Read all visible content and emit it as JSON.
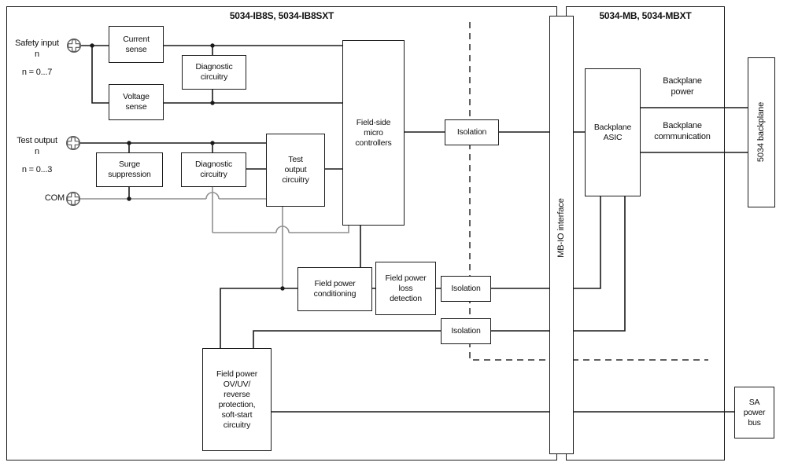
{
  "diagram": {
    "left_module": {
      "title": "5034-IB8S, 5034-IB8SXT",
      "io": {
        "safety_label": "Safety input\nn",
        "safety_range": "n = 0...7",
        "test_label": "Test output\nn",
        "test_range": "n = 0...3",
        "com_label": "COM"
      },
      "blocks": {
        "current_sense": "Current\nsense",
        "diagnostic_input": "Diagnostic\ncircuitry",
        "voltage_sense": "Voltage\nsense",
        "surge_suppression": "Surge\nsuppression",
        "diagnostic_output": "Diagnostic\ncircuitry",
        "test_output_circuitry": "Test\noutput\ncircuitry",
        "field_side_micro": "Field-side\nmicro\ncontrollers",
        "isolation_1": "Isolation",
        "field_power_conditioning": "Field power\nconditioning",
        "field_power_loss": "Field power\nloss\ndetection",
        "isolation_2": "Isolation",
        "isolation_3": "Isolation",
        "field_power_protection": "Field power\nOV/UV/\nreverse\nprotection,\nsoft-start\ncircuitry"
      }
    },
    "mb_io_interface_label": "MB-IO interface",
    "right_module": {
      "title": "5034-MB, 5034-MBXT",
      "blocks": {
        "backplane_asic": "Backplane\nASIC"
      },
      "bus_labels": {
        "power": "Backplane\npower",
        "communication": "Backplane\ncommunication"
      }
    },
    "external": {
      "backplane_label": "5034 backplane",
      "sa_power_bus": "SA\npower\nbus"
    },
    "icons": {
      "terminal": "screw-terminal-icon"
    },
    "colors": {
      "line": "#1a1a1a",
      "com_line": "#8f8f8f",
      "dashed_boundary": "#2b2b2b",
      "background": "#ffffff"
    }
  }
}
